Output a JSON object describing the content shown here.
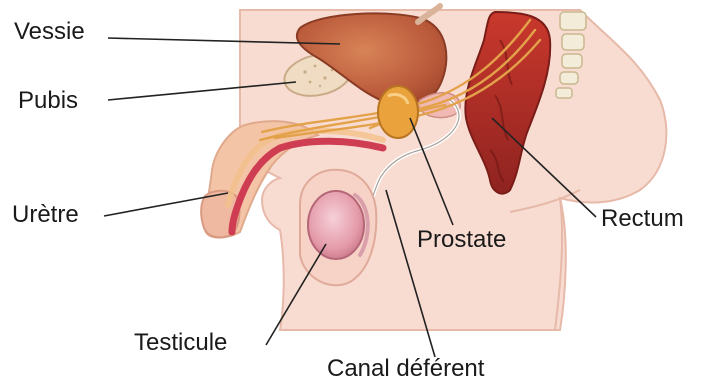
{
  "labels": {
    "vessie": "Vessie",
    "pubis": "Pubis",
    "uretre": "Urètre",
    "testicule": "Testicule",
    "canal": "Canal déférent",
    "prostate": "Prostate",
    "rectum": "Rectum"
  },
  "colors": {
    "skin": "#f8dcd1",
    "skin_edge": "#e6b9a9",
    "bladder": "#c8683f",
    "rectum": "#b8342a",
    "prostate": "#eaa23c",
    "duct": "#e3a24a",
    "testicle": "#e9a7b3",
    "urethra": "#cf3d52",
    "leader": "#222222"
  }
}
